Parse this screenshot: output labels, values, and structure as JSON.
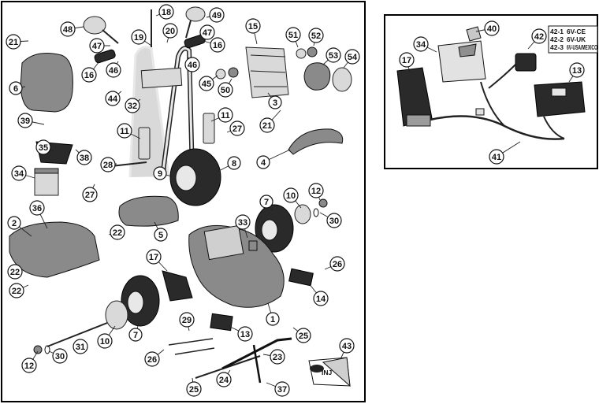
{
  "callouts": {
    "main": [
      "1",
      "2",
      "3",
      "4",
      "5",
      "6",
      "7",
      "7",
      "8",
      "9",
      "10",
      "10",
      "11",
      "11",
      "12",
      "12",
      "13",
      "14",
      "15",
      "16",
      "16",
      "17",
      "18",
      "19",
      "20",
      "21",
      "21",
      "22",
      "22",
      "22",
      "23",
      "24",
      "25",
      "25",
      "26",
      "26",
      "27",
      "27",
      "28",
      "29",
      "30",
      "30",
      "31",
      "32",
      "33",
      "34",
      "35",
      "36",
      "37",
      "38",
      "39",
      "43",
      "44",
      "45",
      "46",
      "46",
      "47",
      "47",
      "48",
      "49",
      "50",
      "51",
      "52",
      "53",
      "54"
    ],
    "inset": [
      "13",
      "17",
      "34",
      "40",
      "41",
      "42"
    ]
  },
  "inset_legend": [
    {
      "code": "42-1",
      "text": "6V-CE"
    },
    {
      "code": "42-2",
      "text": "6V-UK"
    },
    {
      "code": "42-3",
      "text": "6V-USA/MEXICO"
    }
  ],
  "badge_text": "INJ"
}
